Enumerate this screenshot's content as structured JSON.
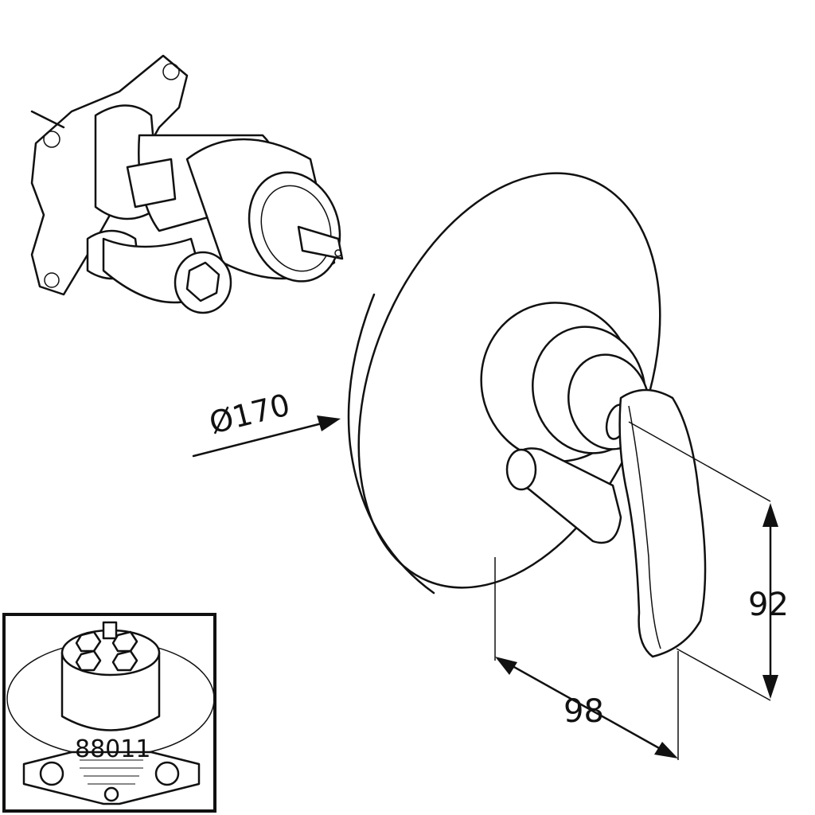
{
  "dimensions": {
    "diameter_label": "Ø170",
    "height_label": "92",
    "depth_label": "98"
  },
  "inset": {
    "part_number": "88011"
  },
  "colors": {
    "line": "#111111",
    "background": "#ffffff"
  }
}
